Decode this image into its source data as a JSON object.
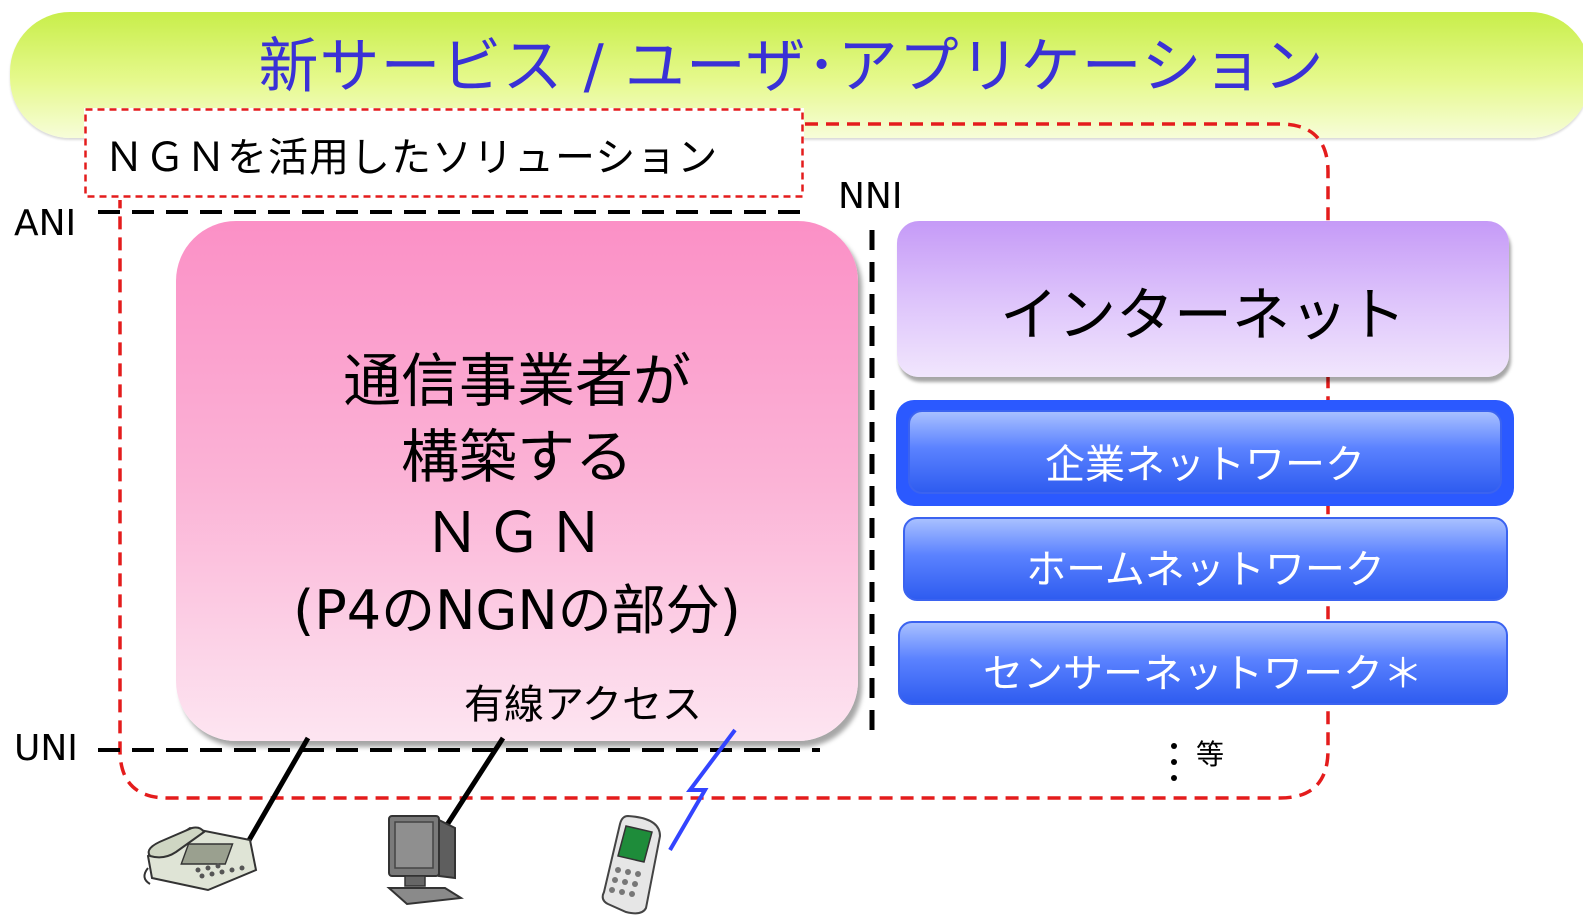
{
  "banner": {
    "title": "新サービス / ユーザ･アプリケーション"
  },
  "solution_label": "ＮＧＮを活用したソリューション",
  "interfaces": {
    "ani": "ANI",
    "nni": "NNI",
    "uni": "UNI"
  },
  "ngn": {
    "line1": "通信事業者が",
    "line2": "構築する",
    "line3": "ＮＧＮ",
    "line4": "(P4のNGNの部分)",
    "access": "有線アクセス"
  },
  "networks": {
    "internet": "インターネット",
    "corporate": "企業ネットワーク",
    "home": "ホームネットワーク",
    "sensor": "センサーネットワーク＊"
  },
  "etc": "等",
  "devices": [
    "telephone-icon",
    "computer-icon",
    "mobile-phone-icon"
  ]
}
